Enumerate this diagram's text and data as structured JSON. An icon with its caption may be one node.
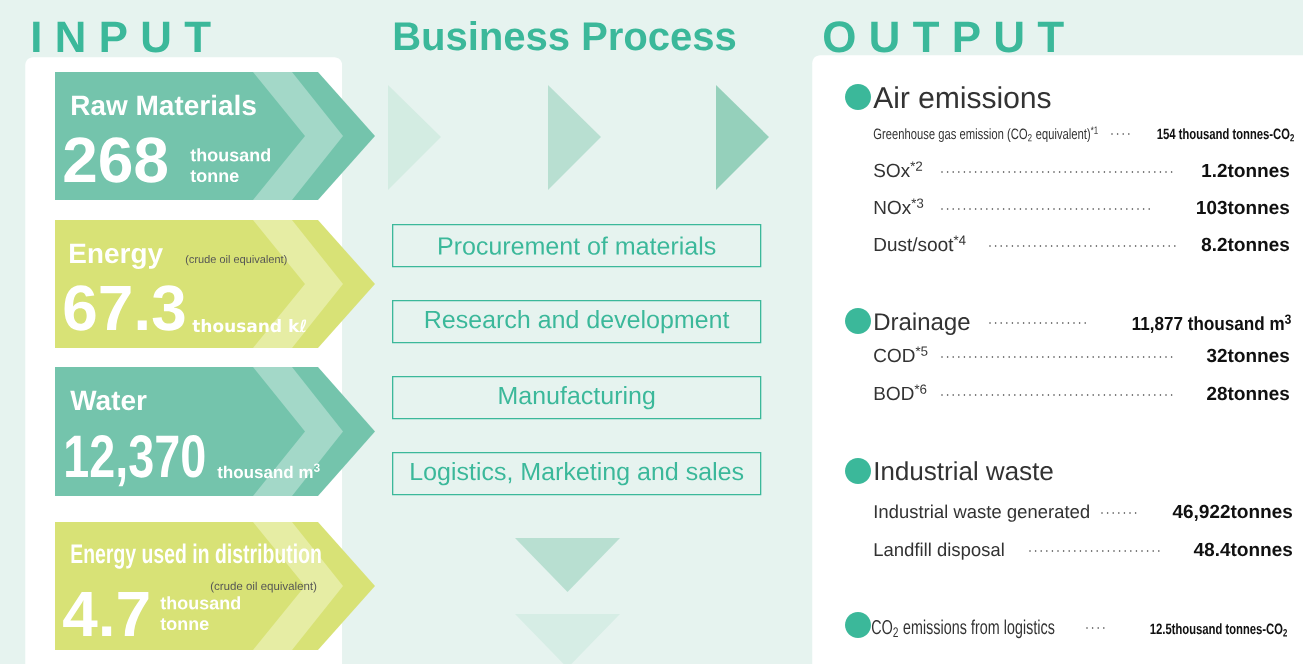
{
  "diagram": {
    "nodes": [
      {
        "text": [
          "I N P U T"
        ]
      },
      {
        "text": [
          "Raw Materials",
          "268",
          "thousand tonne"
        ],
        "in": 0
      },
      {
        "text": [
          "Energy",
          "(crude oil equivalent)",
          "67.3",
          "thousand kℓ"
        ],
        "in": 0
      },
      {
        "text": [
          "Water",
          "12,370",
          "thousand m$^{3}$"
        ],
        "in": 0
      },
      {
        "text": [
          "Energy used in distribution",
          "(crude oil equivalent)",
          "4.7",
          "thousand tonne"
        ],
        "in": 0
      },
      {
        "text": [
          "Procurement of materials"
        ]
      },
      {
        "text": [
          "Research and development"
        ]
      },
      {
        "text": [
          "Manufacturing"
        ]
      },
      {
        "text": [
          "Logistics, Marketing and sales"
        ]
      },
      {
        "text": [
          "O U T P U T"
        ]
      }
    ],
    "labels": [
      "Business Process",
      "Air emissions",
      "Greenhouse gas emission (CO$_{2}$ equivalent)$^{*1}$",
      "154 thousand tonnes-CO$_{2}$",
      "SOx$^{*2}$",
      "1.2tonnes",
      "NOx$^{*3}$",
      "103tonnes",
      "Dust/soot$^{*4}$",
      "8.2tonnes",
      "Drainage",
      "11,877 thousand m$^{3}$",
      "COD$^{*5}$",
      "32tonnes",
      "BOD$^{*6}$",
      "28tonnes",
      "Industrial waste",
      "Industrial waste generated",
      "46,922tonnes",
      "Landfill disposal",
      "48.4tonnes",
      "CO$_{2}$ emissions from logistics",
      "12.5thousand tonnes-CO$_{2}$"
    ]
  }
}
